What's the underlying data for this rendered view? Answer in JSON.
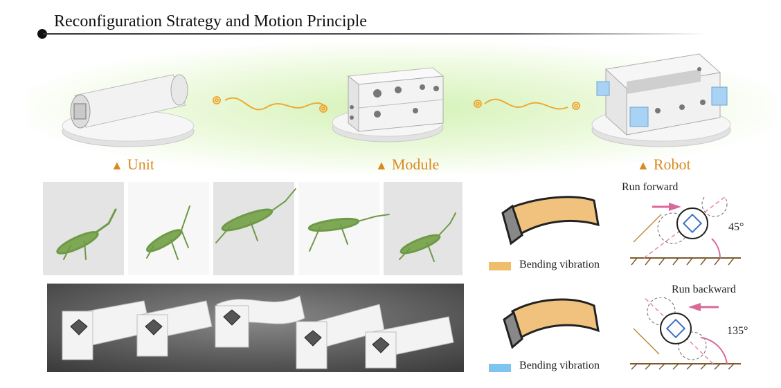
{
  "header": {
    "title": "Reconfiguration Strategy and Motion Principle"
  },
  "stages": [
    {
      "label": "Unit"
    },
    {
      "label": "Module"
    },
    {
      "label": "Robot"
    }
  ],
  "legend": [
    {
      "label": "Bending vibration",
      "color": "#f0bd6a"
    },
    {
      "label": "Bending vibration",
      "color": "#7fc4ee"
    }
  ],
  "motion": [
    {
      "label": "Run forward",
      "angle": "45°"
    },
    {
      "label": "Run backward",
      "angle": "135°"
    }
  ],
  "colors": {
    "accent_orange": "#d98a1e",
    "arrow_pink": "#d9699a",
    "wave_orange": "#f0a832",
    "mantis_green": "#6e9a47",
    "block_blue": "#a9d3f5"
  }
}
